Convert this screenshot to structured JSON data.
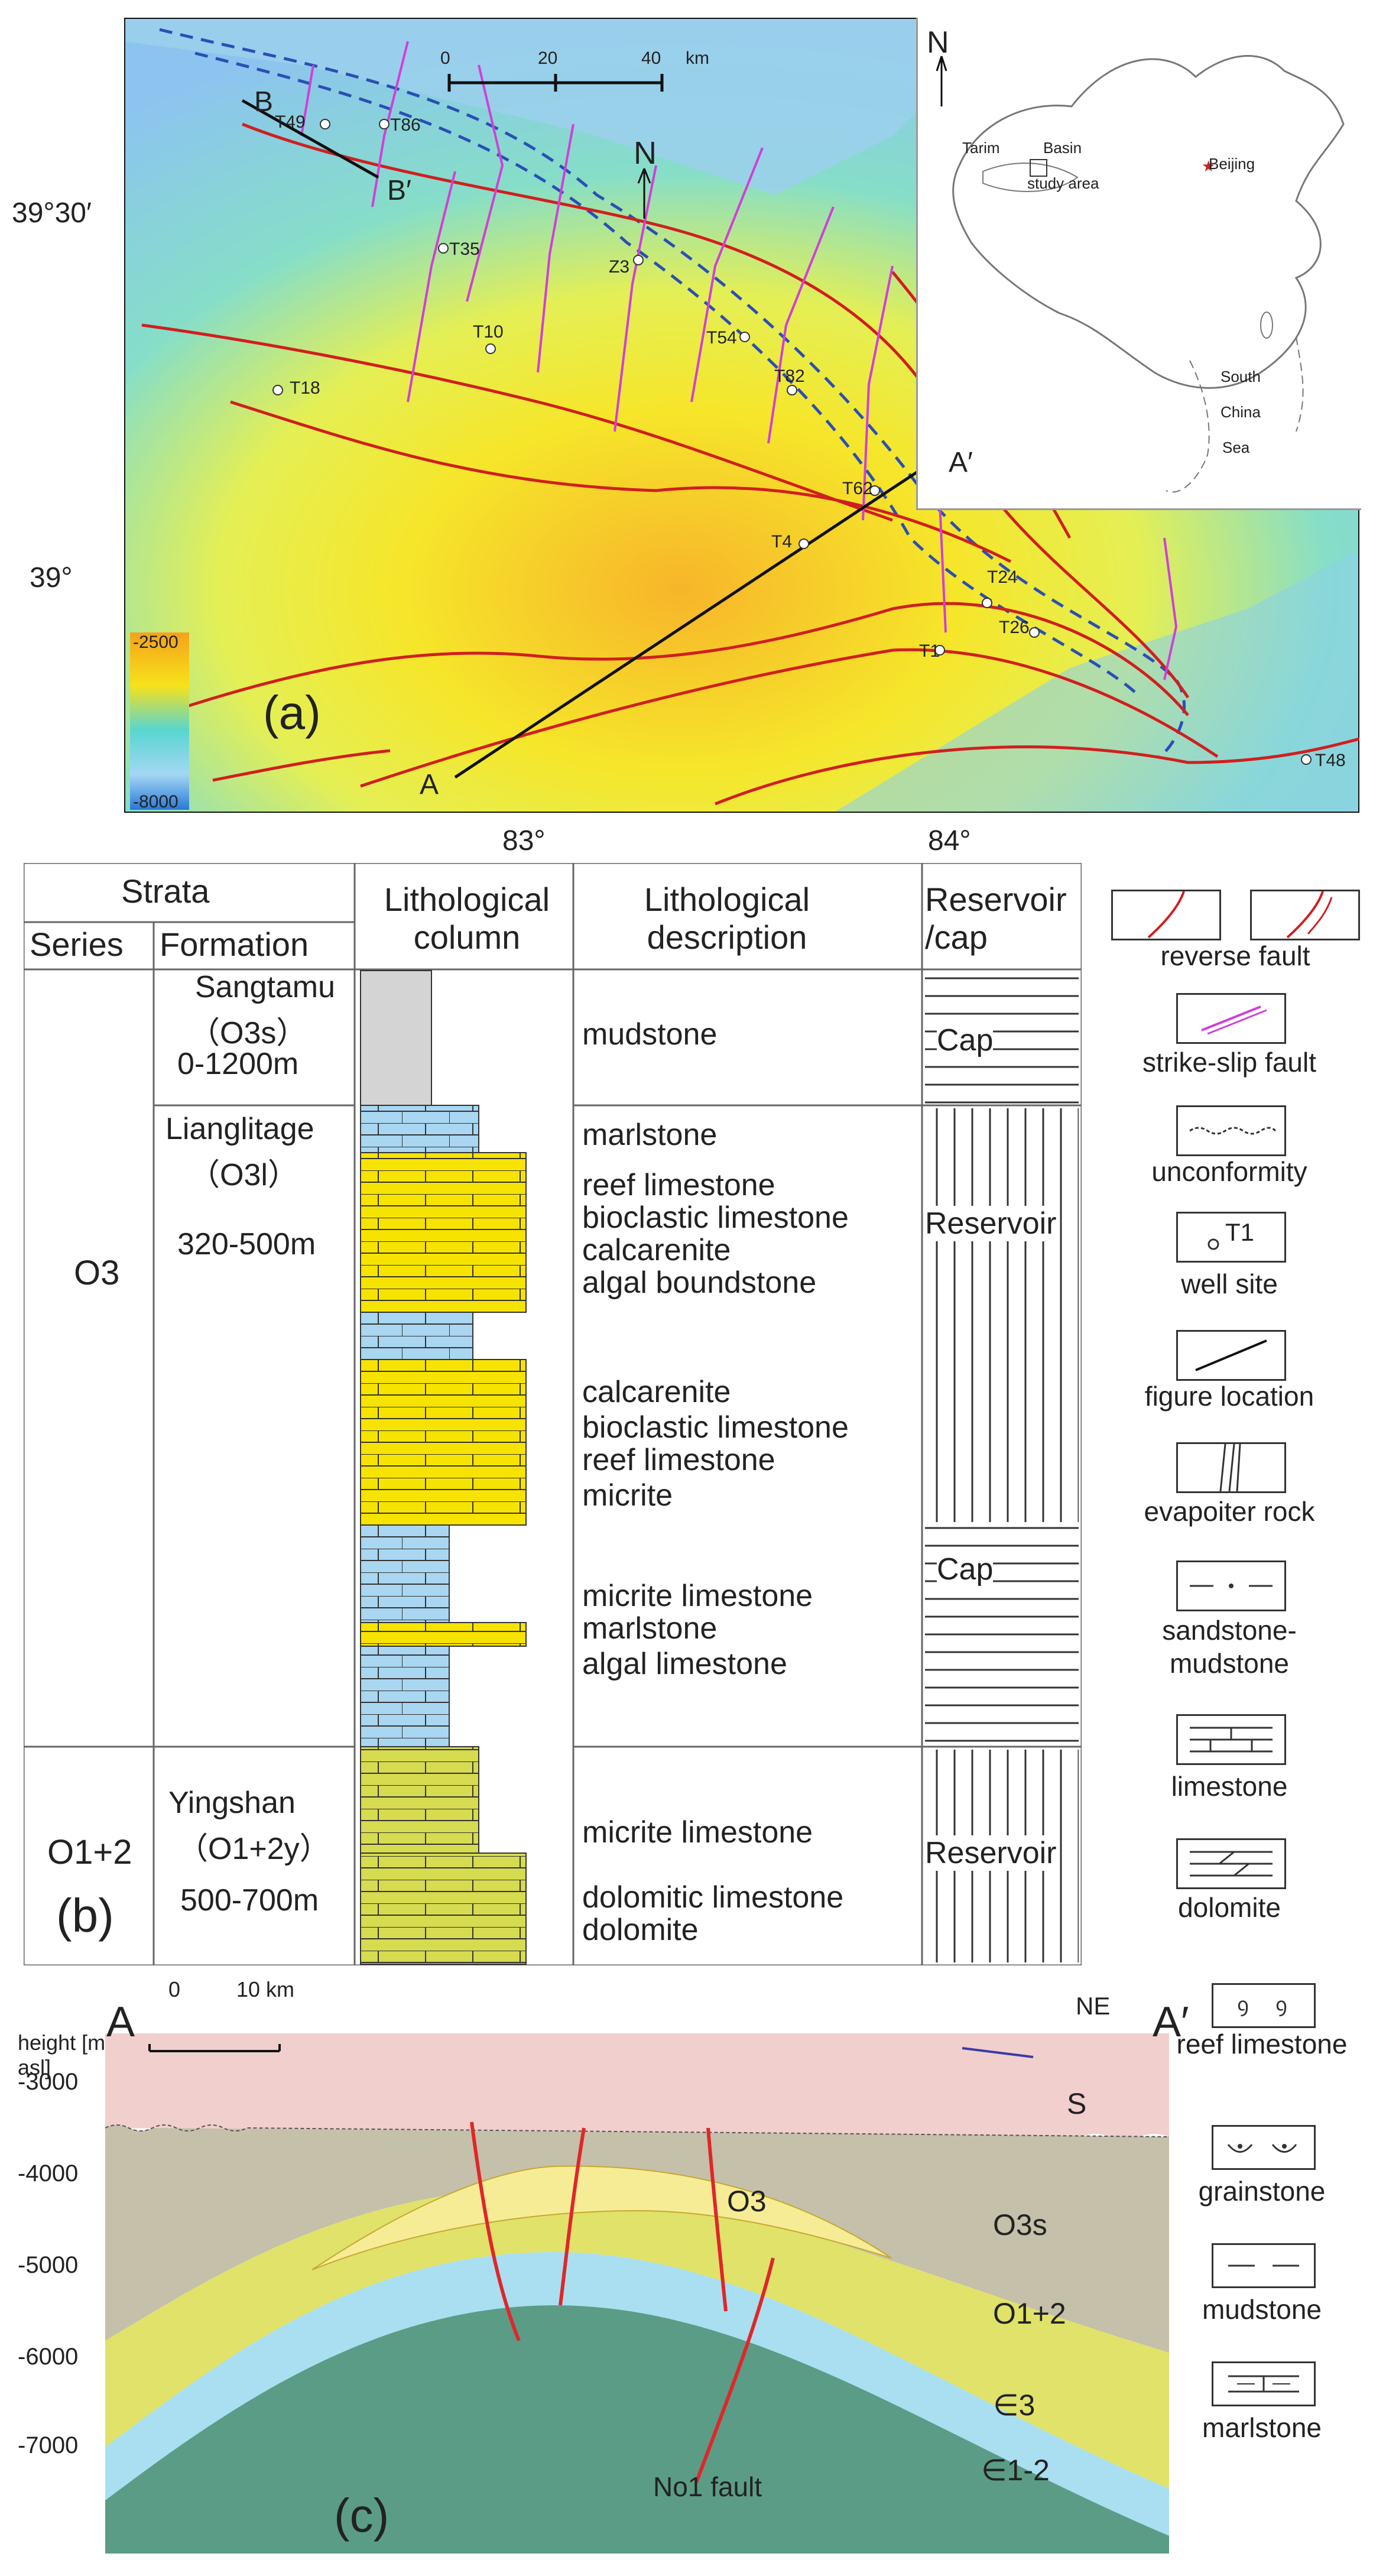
{
  "panel_a": {
    "panel_label": "(a)",
    "scale": {
      "ticks": [
        "0",
        "20",
        "40"
      ],
      "unit": "km"
    },
    "north_label": "N",
    "lat_labels": [
      "39°30′",
      "39°"
    ],
    "lon_labels": [
      "83°",
      "84°"
    ],
    "colorbar": {
      "max_label": "-2500",
      "min_label": "-8000",
      "colors": [
        "#f5a21b",
        "#f6e21b",
        "#58d6d0",
        "#7ab8ee",
        "#2878d8"
      ]
    },
    "wells": [
      "T49",
      "T86",
      "T35",
      "Z3",
      "T10",
      "T54",
      "T18",
      "T82",
      "T62",
      "T4",
      "T24",
      "T26",
      "T1",
      "T48"
    ],
    "section_labels": {
      "b": "B",
      "b_prime": "B′",
      "a": "A",
      "a_prime": "A′"
    },
    "inset": {
      "north": "N",
      "tarim": "Tarim",
      "basin": "Basin",
      "study_area": "study area",
      "beijing": "Beijing",
      "south": "South",
      "china": "China",
      "sea": "Sea"
    }
  },
  "panel_b": {
    "panel_label": "(b)",
    "headers": {
      "strata": "Strata",
      "series": "Series",
      "formation": "Formation",
      "column": "Lithological column",
      "description": "Lithological description",
      "reservoir": "Reservoir /cap"
    },
    "series": [
      "O3",
      "O1+2"
    ],
    "formations": [
      {
        "name": "Sangtamu",
        "code": "（O3s）",
        "thickness": "0-1200m"
      },
      {
        "name": "Lianglitage",
        "code": "（O3l）",
        "thickness": "320-500m"
      },
      {
        "name": "Yingshan",
        "code": "（O1+2y）",
        "thickness": "500-700m"
      }
    ],
    "descriptions": [
      [
        "mudstone"
      ],
      [
        "marlstone"
      ],
      [
        "reef limestone",
        "bioclastic limestone",
        "calcarenite",
        "algal boundstone"
      ],
      [
        "calcarenite",
        "bioclastic limestone",
        "reef limestone",
        "micrite"
      ],
      [
        "micrite limestone",
        "marlstone",
        "algal limestone"
      ],
      [
        "micrite limestone"
      ],
      [
        "dolomitic limestone",
        "dolomite"
      ]
    ],
    "reservoir_cap": [
      "Cap",
      "Reservoir",
      "Cap",
      "Reservoir"
    ]
  },
  "legend_b": [
    "reverse fault",
    "strike-slip fault",
    "unconformity",
    "well site",
    "figure location",
    "evapoiter rock",
    "sandstone-mudstone",
    "limestone",
    "dolomite"
  ],
  "legend_b_well_example": "T1",
  "panel_c": {
    "panel_label": "(c)",
    "left_end": "A",
    "right_end": "A′",
    "direction": "NE",
    "scale": {
      "ticks": [
        "0",
        "10 km"
      ]
    },
    "y_axis_title": "height [m asl]",
    "y_ticks": [
      "-3000",
      "-4000",
      "-5000",
      "-6000",
      "-7000"
    ],
    "layers": {
      "s": "S",
      "o3": "O3",
      "o3s": "O3s",
      "o12": "O1+2",
      "e3": "∈3",
      "e12": "∈1-2"
    },
    "fault_label": "No1 fault",
    "colors": {
      "s": "#f1cfcc",
      "o3s": "#c4c0aa",
      "o3": "#f7ec96",
      "o12": "#e0e26a",
      "e3": "#a9dff1",
      "e12": "#5b9c86",
      "fault": "#e0262a"
    }
  },
  "legend_c": [
    "reef limestone",
    "grainstone",
    "mudstone",
    "marlstone"
  ]
}
